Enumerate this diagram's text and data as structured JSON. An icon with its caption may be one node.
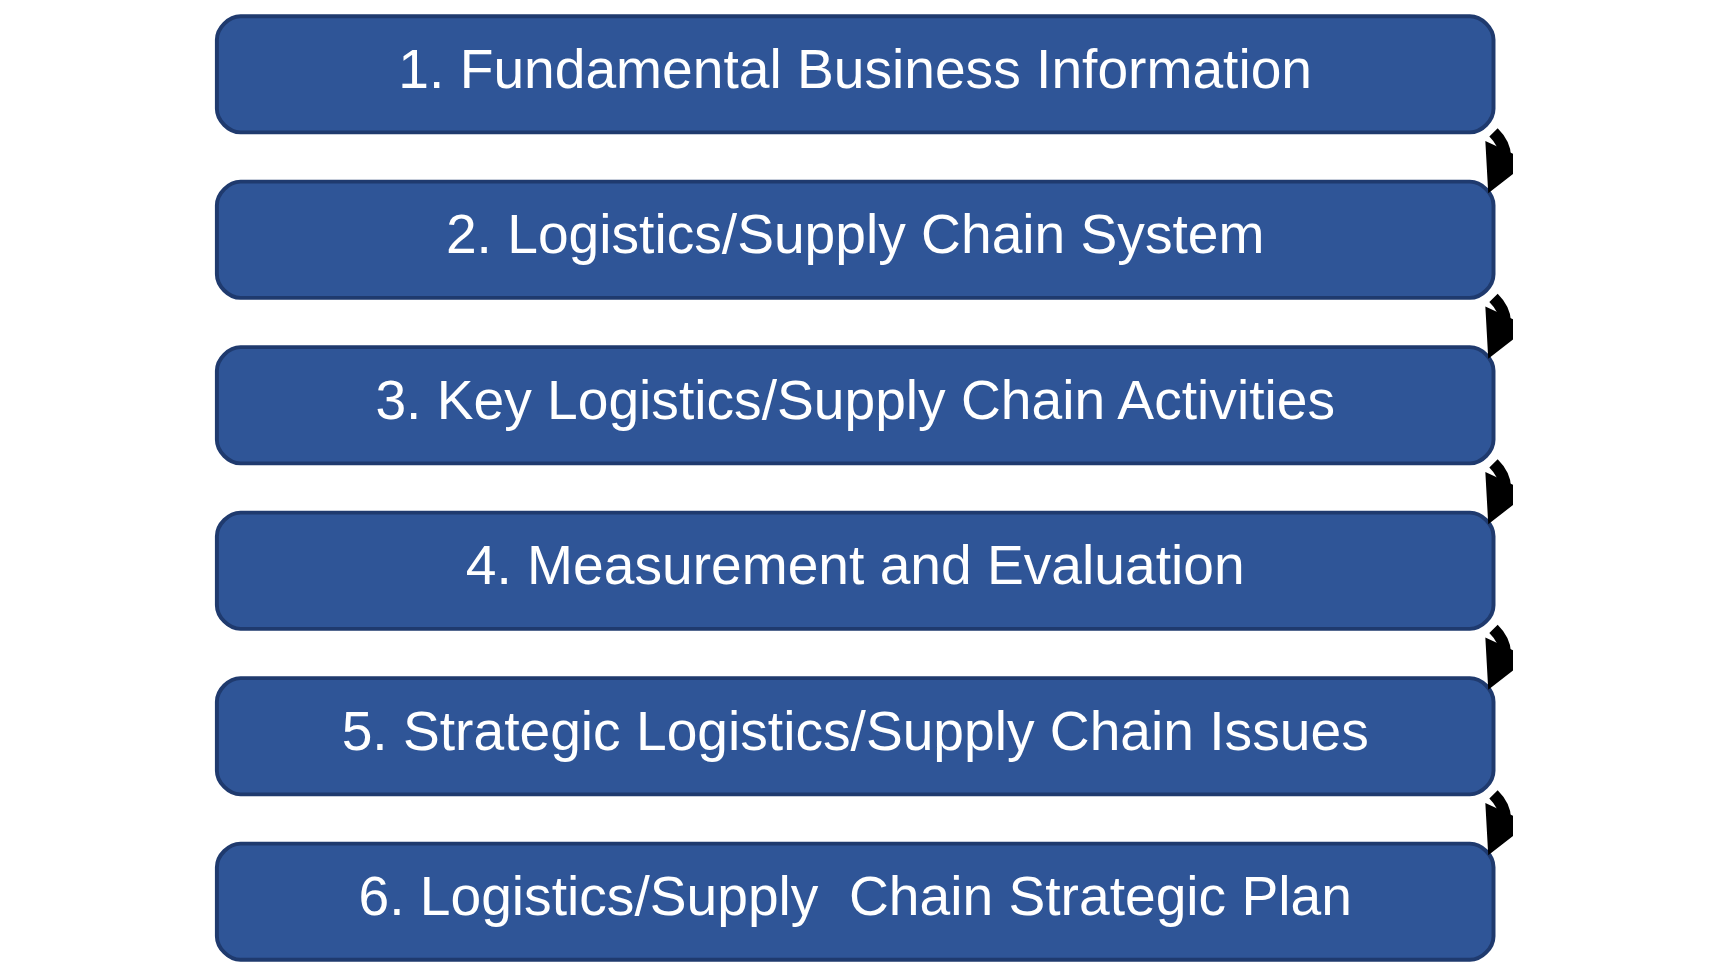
{
  "diagram": {
    "nodes": [
      {
        "text": [
          "1. Fundamental Business Information"
        ]
      },
      {
        "text": [
          "2. Logistics/Supply Chain System"
        ]
      },
      {
        "text": [
          "3. Key Logistics/Supply Chain Activities"
        ]
      },
      {
        "text": [
          "4. Measurement and Evaluation"
        ]
      },
      {
        "text": [
          "5. Strategic Logistics/Supply Chain Issues"
        ]
      },
      {
        "text": [
          "6. Logistics/Supply  Chain Strategic Plan"
        ]
      }
    ],
    "edges": [
      {
        "from": 0,
        "to": 1,
        "arrow": "to"
      },
      {
        "from": 1,
        "to": 2,
        "arrow": "to"
      },
      {
        "from": 2,
        "to": 3,
        "arrow": "to"
      },
      {
        "from": 3,
        "to": 4,
        "arrow": "to"
      },
      {
        "from": 4,
        "to": 5,
        "arrow": "to"
      }
    ]
  }
}
